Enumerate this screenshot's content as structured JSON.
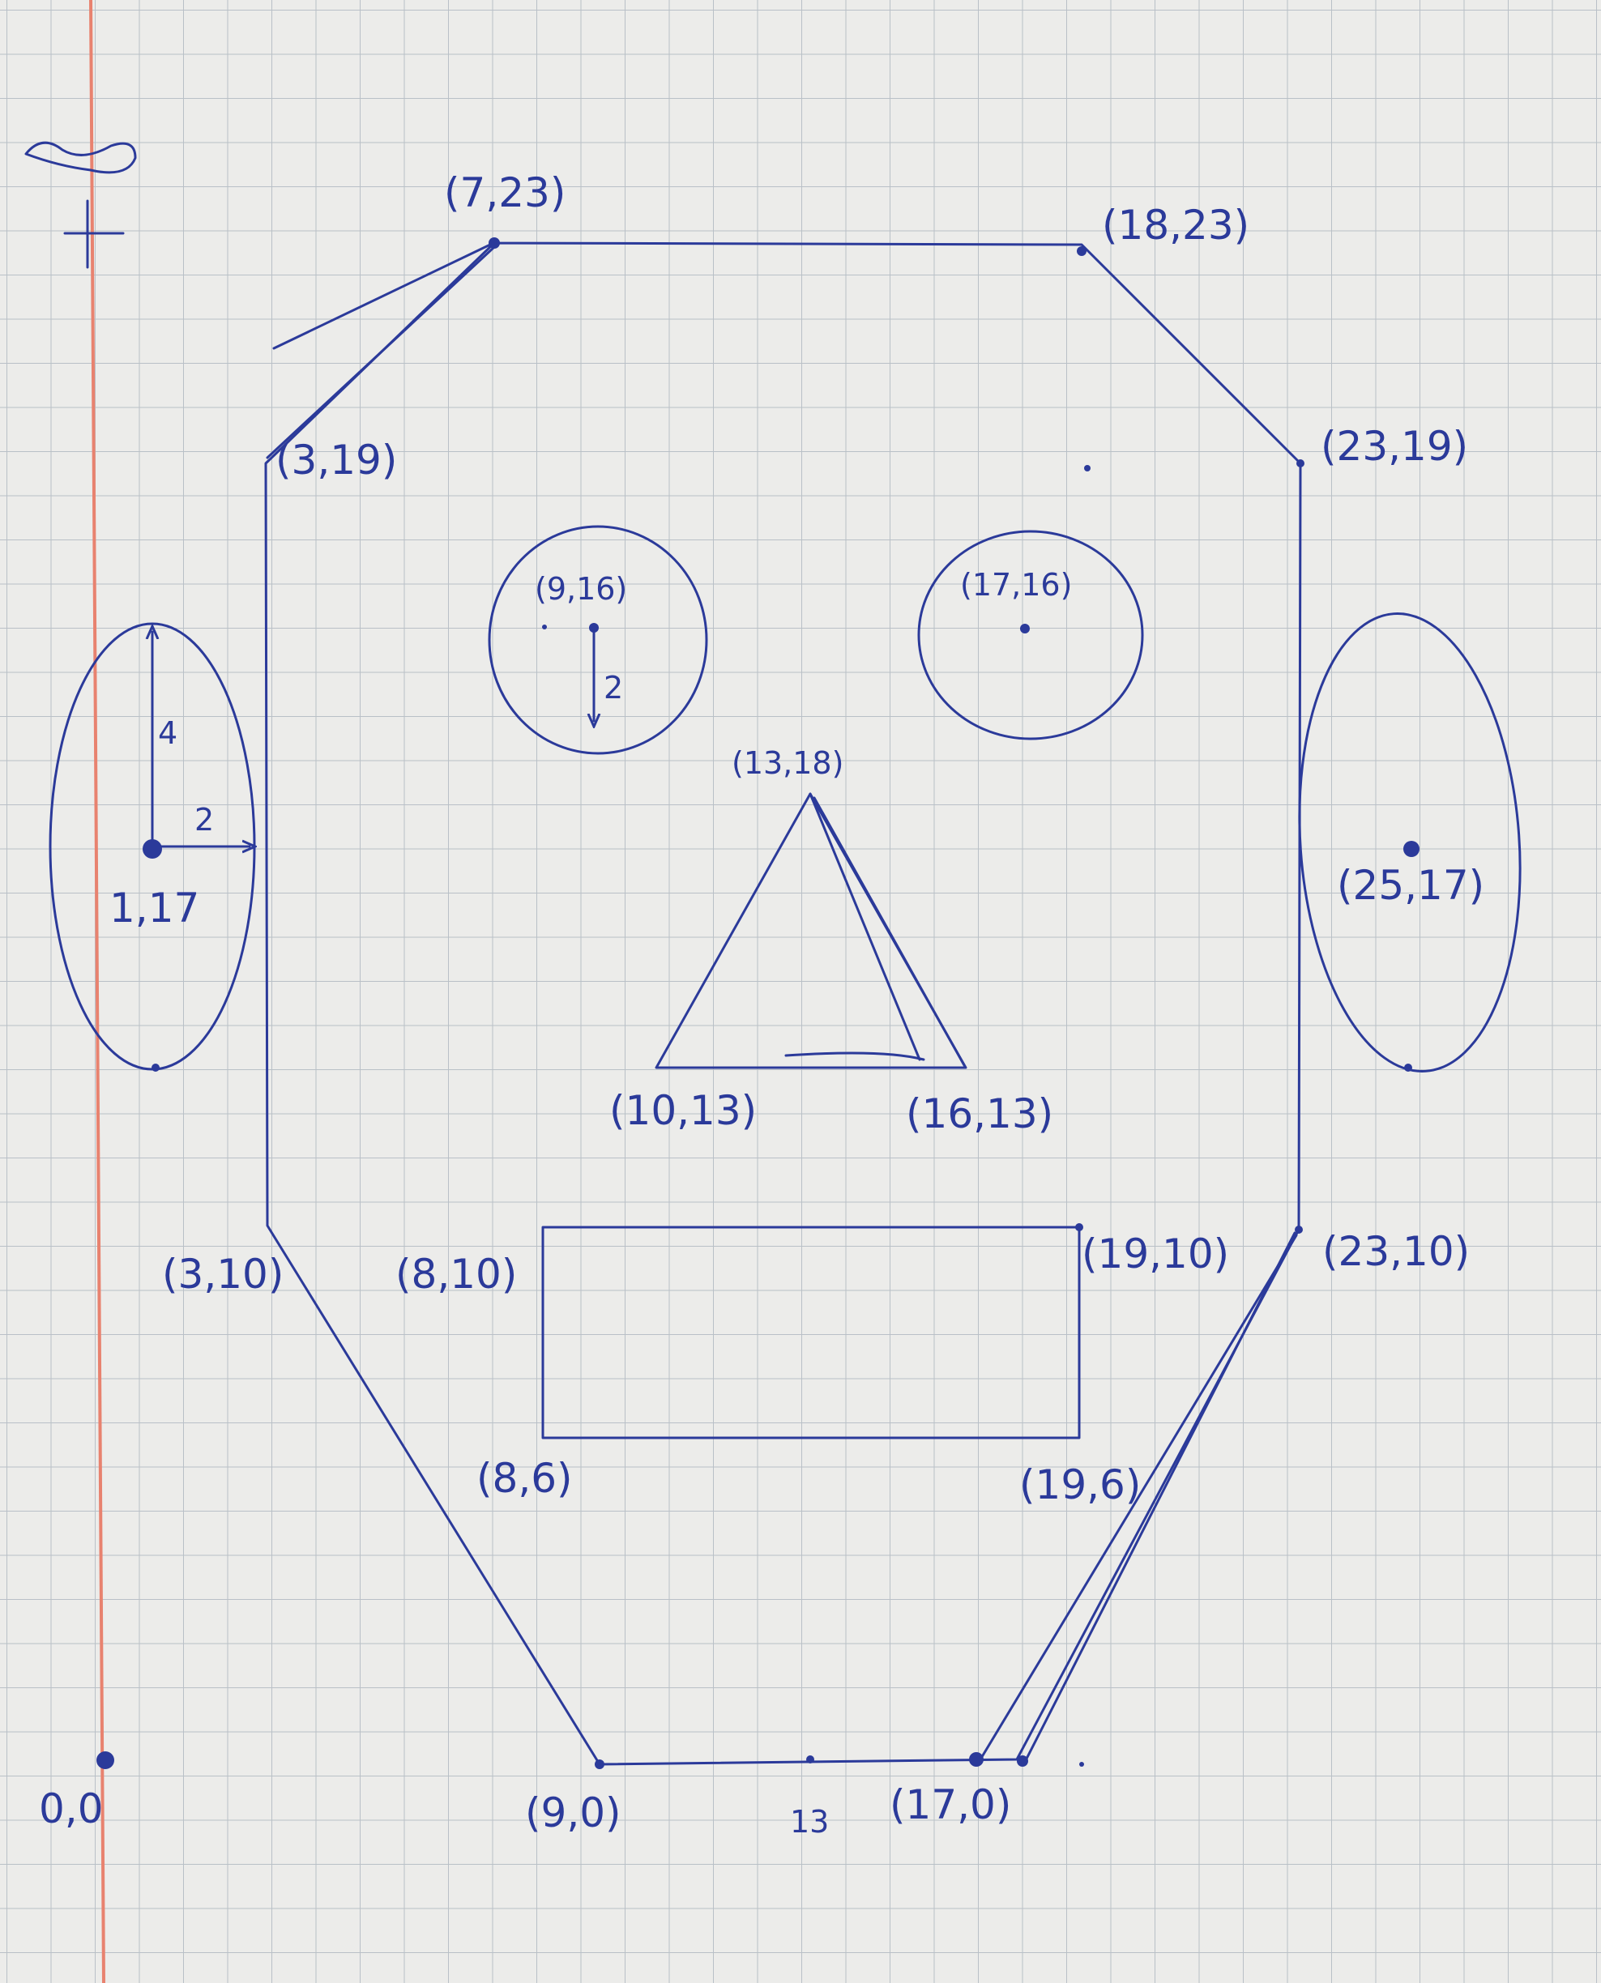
{
  "labels": {
    "p_7_23": "(7,23)",
    "p_18_23": "(18,23)",
    "p_3_19": "(3,19)",
    "p_23_19": "(23,19)",
    "p_3_10": "(3,10)",
    "p_23_10": "(23,10)",
    "p_9_0": "(9,0)",
    "p_17_0": "(17,0)",
    "tick_13": "13",
    "origin": "0,0",
    "eye_left": "(9,16)",
    "eye_right": "(17,16)",
    "eye_radius": "2",
    "nose_top": "(13,18)",
    "nose_left": "(10,13)",
    "nose_right": "(16,13)",
    "mouth_tl": "(8,10)",
    "mouth_tr": "(19,10)",
    "mouth_bl": "(8,6)",
    "mouth_br": "(19,6)",
    "ear_left_center": "1,17",
    "ear_left_major": "4",
    "ear_left_minor": "2",
    "ear_right_center": "(25,17)"
  },
  "colors": {
    "paper": "#ececea",
    "grid": "#b9c0c7",
    "ink": "#2b3a9a",
    "margin": "#e8826f"
  }
}
